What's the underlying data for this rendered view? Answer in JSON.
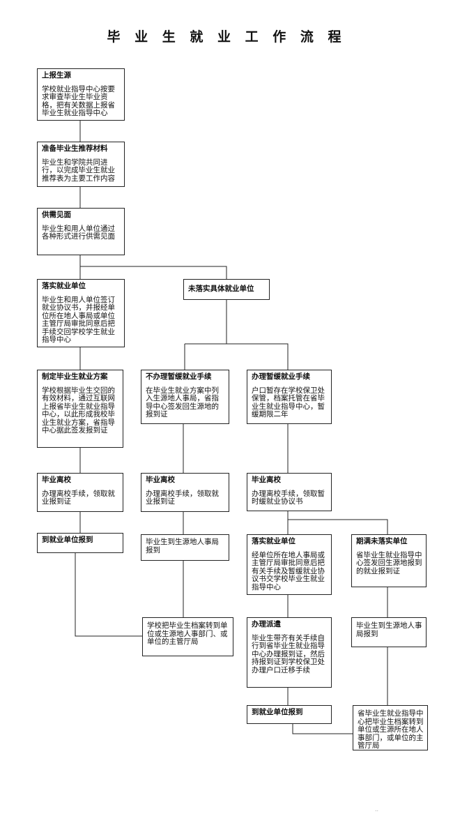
{
  "title": "毕 业 生 就 业 工 作 流 程",
  "steps": {
    "report_source": {
      "title": "上报生源",
      "text": "学校就业指导中心按要求审查毕业生毕业资格，把有关数据上报省毕业生就业指导中心"
    },
    "prepare_materials": {
      "title": "准备毕业生推荐材料",
      "text": "毕业生和学院共同进行，以完成毕业生就业推荐表为主要工作内容"
    },
    "supply_demand_meeting": {
      "title": "供需见面",
      "text": "毕业生和用人单位通过各种形式进行供需见面"
    },
    "employer_confirmed": {
      "title": "落实就业单位",
      "text": "毕业生和用人单位签订就业协议书，并报经单位所在地人事局或单位主管厅局审批同意后把手续交回学校学生就业指导中心"
    },
    "employer_not_confirmed": {
      "title": "未落实具体就业单位"
    },
    "employment_plan": {
      "title": "制定毕业生就业方案",
      "text": "学校根据毕业生交回的有效材料，通过互联网上报省毕业生就业指导中心，以此形成我校毕业生就业方案，省指导中心据此签发报到证"
    },
    "no_deferral": {
      "title": "不办理暂缓就业手续",
      "text": "在毕业生就业方案中列入生源地人事局，省指导中心签发回生源地的报到证"
    },
    "deferral": {
      "title": "办理暂缓就业手续",
      "text": "户口暂存在学校保卫处保管，档案托管在省毕业生就业指导中心，暂缓期限二年"
    },
    "leave_school_a": {
      "title": "毕业离校",
      "text": "办理离校手续，领取就业报到证"
    },
    "leave_school_b": {
      "title": "毕业离校",
      "text": "办理离校手续，领取就业报到证"
    },
    "leave_school_c": {
      "title": "毕业离校",
      "text": "办理离校手续，领取暂时缓就业协议书"
    },
    "report_to_employer_a": {
      "title": "到就业单位报到"
    },
    "report_to_local_bureau": {
      "text": "毕业生到生源地人事局报到"
    },
    "deferral_confirmed": {
      "title": "落实就业单位",
      "text": "经单位所在地人事局或主管厅局审批同意后把有关手续及暂缓就业协议书交学校毕业生就业指导中心"
    },
    "deferral_expired": {
      "title": "期满未落实单位",
      "text": "省毕业生就业指导中心签发回生源地报到的就业报到证"
    },
    "file_transfer_school": {
      "text": "学校把毕业生档案转到单位或生源地人事部门、或单位的主管厅局"
    },
    "dispatch": {
      "title": "办理派遣",
      "text": "毕业生带齐有关手续自行到省毕业生就业指导中心办理报到证，然后持报到证到学校保卫处办理户口迁移手续"
    },
    "report_to_local_bureau_b": {
      "text": "毕业生到生源地人事局报到"
    },
    "report_to_employer_b": {
      "title": "到就业单位报到"
    },
    "file_transfer_provincial": {
      "text": "省毕业生就业指导中心把毕业生档案转到单位或生源所在地人事部门，或单位的主管厅局"
    }
  },
  "footer_mark": ".."
}
